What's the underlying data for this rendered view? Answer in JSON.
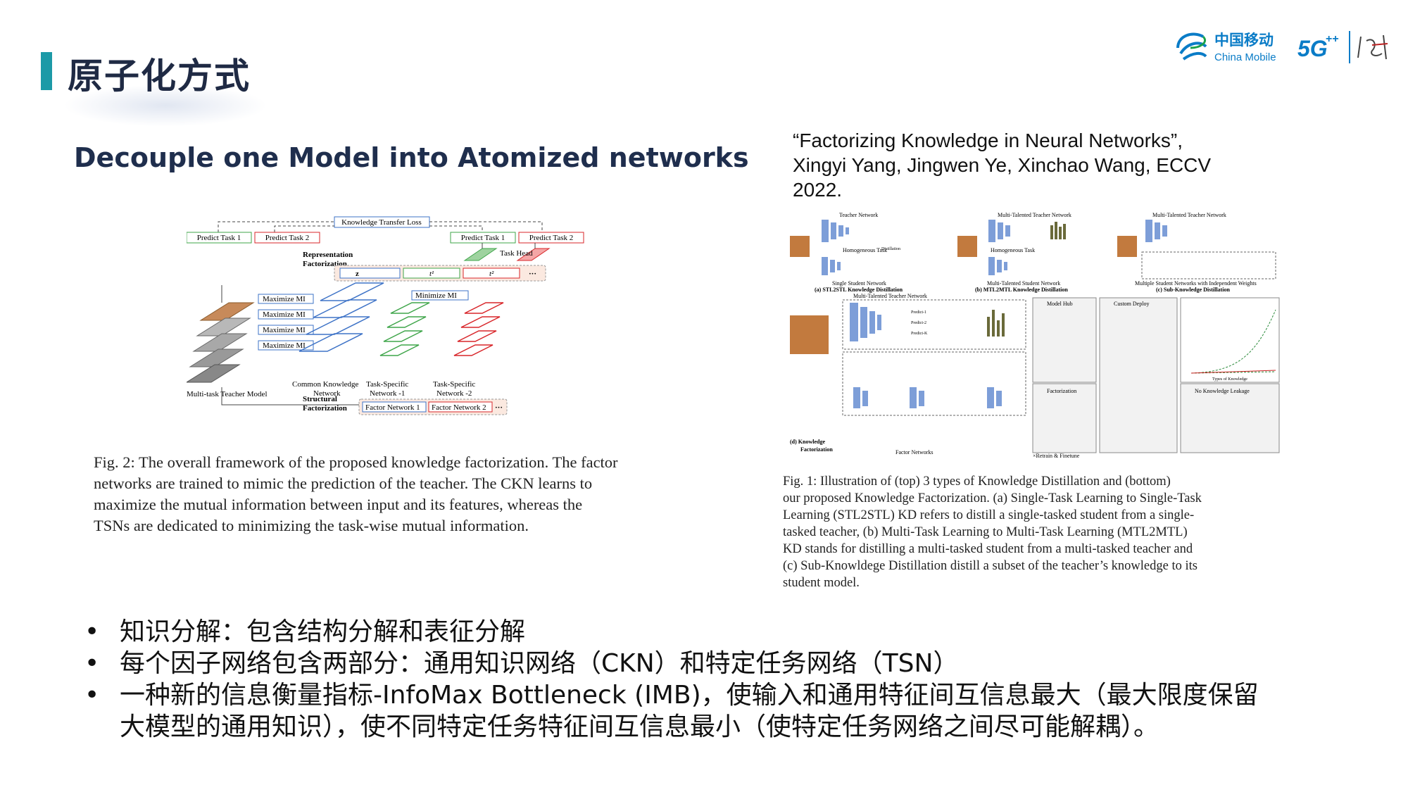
{
  "header": {
    "title": "原子化方式",
    "logo": {
      "brand_cn": "中国移动",
      "brand_en": "China Mobile",
      "network": "5G",
      "network_suffix": "++",
      "brand_color": "#0a7cc7"
    }
  },
  "subtitle": "Decouple one Model into Atomized networks",
  "citation": {
    "lines": [
      "“Factorizing Knowledge in Neural Networks”,",
      "Xingyi Yang, Jingwen Ye, Xinchao Wang, ECCV",
      "2022."
    ]
  },
  "figure2": {
    "labels": {
      "loss": "Knowledge Transfer Loss",
      "predict_task_1": "Predict Task 1",
      "predict_task_2": "Predict Task 2",
      "representation_factorization_1": "Representation",
      "representation_factorization_2": "Factorization",
      "task_head": "Task Head",
      "z": "z",
      "t1": "t¹",
      "t2": "t²",
      "ellipsis": "···",
      "maximize_mi": "Maximize MI",
      "minimize_mi": "Minimize MI",
      "teacher_model": "Multi-task Teacher Model",
      "ckn_1": "Common Knowledge",
      "ckn_2": "Network",
      "tsn1_1": "Task-Specific",
      "tsn1_2": "Network -1",
      "tsn2_1": "Task-Specific",
      "tsn2_2": "Network -2",
      "structural_1": "Structural",
      "structural_2": "Factorization",
      "factor_network_1": "Factor Network 1",
      "factor_network_2": "Factor Network 2"
    },
    "caption_lines": [
      "Fig. 2: The overall framework of the proposed knowledge factorization. The factor",
      "networks are trained to mimic the prediction of the teacher. The CKN learns to",
      "maximize the mutual information between input and its features, whereas the",
      "TSNs are dedicated to minimizing the task-wise mutual information."
    ]
  },
  "figure1": {
    "labels": {
      "teacher_network": "Teacher Network",
      "homogeneous_task": "Homogeneous Task",
      "distillation": "Distillation",
      "single_student": "Single Student Network",
      "mt_teacher": "Multi-Talented Teacher Network",
      "mt_student": "Multi-Talented Student Network",
      "multi_students": "Multiple Student Networks with Independent Weights",
      "a_caption": "(a) STL2STL Knowledge Distillation",
      "b_caption": "(b) MTL2MTL Knowledge Distillation",
      "c_caption": "(c) Sub-Knowledge Distillation",
      "d_caption_1": "(d) Knowledge",
      "d_caption_2": "Factorization",
      "factor_networks": "Factor Networks",
      "model_hub": "Model Hub",
      "custom_deploy": "Custom Deploy",
      "factorization": "Factorization",
      "no_leakage": "No Knowledge Leakage",
      "retrain": "×Retrain & Finetune",
      "types_of_knowledge": "Types of Knowledge",
      "predict_1": "Predict-1",
      "predict_2": "Predict-2",
      "predict_k": "Predict-K"
    },
    "caption_lines": [
      "Fig. 1: Illustration of (top) 3 types of Knowledge Distillation and (bottom)",
      "our proposed Knowledge Factorization. (a) Single-Task Learning to Single-Task",
      "Learning (STL2STL) KD refers to distill a single-tasked student from a single-",
      "tasked teacher, (b) Multi-Task Learning to Multi-Task Learning (MTL2MTL)",
      "KD stands for distilling a multi-tasked student from a multi-tasked teacher and",
      "(c) Sub-Knowldege Distillation distill a subset of the teacher’s knowledge to its",
      "student model."
    ]
  },
  "bullets": [
    {
      "marker": "•",
      "lines": [
        "知识分解：包含结构分解和表征分解"
      ]
    },
    {
      "marker": "•",
      "lines": [
        "每个因子网络包含两部分：通用知识网络（CKN）和特定任务网络（TSN）"
      ]
    },
    {
      "marker": "•",
      "lines": [
        "一种新的信息衡量指标-InfoMax Bottleneck (IMB)，使输入和通用特征间互信息最大（最大限度保留",
        "大模型的通用知识），使不同特定任务特征间互信息最小（使特定任务网络之间尽可能解耦）。"
      ]
    }
  ],
  "colors": {
    "accent": "#1c9aa7",
    "title": "#1f2a44",
    "blue_net": "#3e73c7",
    "green_net": "#3fa54a",
    "red_net": "#d8262a"
  }
}
